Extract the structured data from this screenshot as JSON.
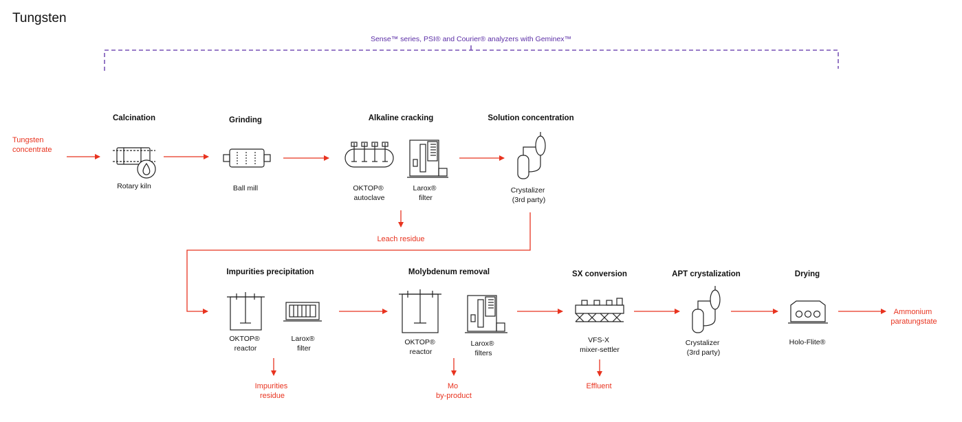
{
  "title": "Tungsten",
  "analyzers": "Sense™ series, PSI® and Courier® analyzers with Geminex™",
  "colors": {
    "flow": "#e8331f",
    "analyzer": "#5b2ea6",
    "equipment": "#222222"
  },
  "input": [
    "Tungsten",
    "concentrate"
  ],
  "output": [
    "Ammonium",
    "paratungstate"
  ],
  "stages": {
    "calcination": {
      "title": "Calcination",
      "equipment": [
        "Rotary kiln"
      ]
    },
    "grinding": {
      "title": "Grinding",
      "equipment": [
        "Ball mill"
      ]
    },
    "alkaline": {
      "title": "Alkaline cracking",
      "autoclave": [
        "OKTOP®",
        "autoclave"
      ],
      "filter": [
        "Larox®",
        "filter"
      ]
    },
    "solution": {
      "title": "Solution concentration",
      "equipment": [
        "Crystalizer",
        "(3rd party)"
      ]
    },
    "impurities": {
      "title": "Impurities precipitation",
      "reactor": [
        "OKTOP®",
        "reactor"
      ],
      "filter": [
        "Larox®",
        "filter"
      ]
    },
    "molybdenum": {
      "title": "Molybdenum removal",
      "reactor": [
        "OKTOP®",
        "reactor"
      ],
      "filters": [
        "Larox®",
        "filters"
      ]
    },
    "sx": {
      "title": "SX conversion",
      "equipment": [
        "VFS-X",
        "mixer-settler"
      ]
    },
    "apt": {
      "title": "APT crystalization",
      "equipment": [
        "Crystalizer",
        "(3rd party)"
      ]
    },
    "drying": {
      "title": "Drying",
      "equipment": [
        "Holo-Flite®"
      ]
    }
  },
  "outputs": {
    "leach": [
      "Leach residue"
    ],
    "impurities": [
      "Impurities",
      "residue"
    ],
    "mo": [
      "Mo",
      "by-product"
    ],
    "effluent": [
      "Effluent"
    ]
  }
}
